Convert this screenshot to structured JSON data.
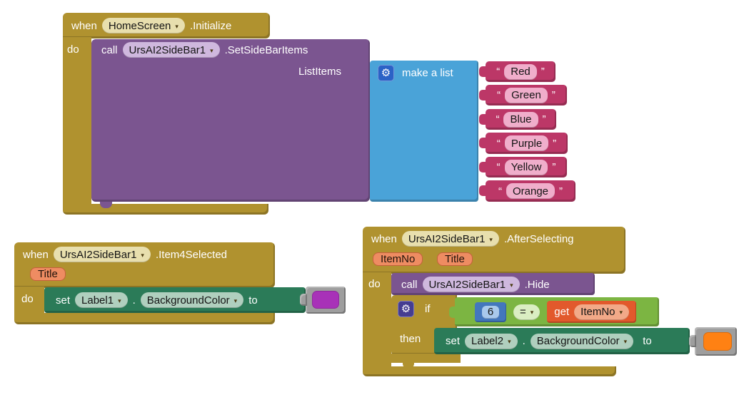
{
  "ui": {
    "arrow": "▾",
    "quote_open": "“",
    "quote_close": "”",
    "gear": "⚙"
  },
  "colors": {
    "gold": "#b0922f",
    "purple": "#7b5590",
    "list_blue": "#4aa3d8",
    "text_magenta": "#bc3767",
    "setter_green": "#2b7b58",
    "logic_green": "#7cb542",
    "math_blue": "#4377bd",
    "variable_orange": "#e2592c",
    "swatch_purple": "#a832b8",
    "swatch_orange": "#ff8113"
  },
  "init_block": {
    "when": "when",
    "component": "HomeScreen",
    "event": ".Initialize",
    "do_label": "do",
    "call_label": "call",
    "call_component": "UrsAI2SideBar1",
    "method": ".SetSideBarItems",
    "param": "ListItems",
    "make_list": "make a list",
    "items": [
      "Red",
      "Green",
      "Blue",
      "Purple",
      "Yellow",
      "Orange"
    ]
  },
  "item4_block": {
    "when": "when",
    "component": "UrsAI2SideBar1",
    "event": ".Item4Selected",
    "params": [
      "Title"
    ],
    "do_label": "do",
    "set_label": "set",
    "target": "Label1",
    "dot": ".",
    "property": "BackgroundColor",
    "to_label": "to",
    "color_value": "#a832b8"
  },
  "after_block": {
    "when": "when",
    "component": "UrsAI2SideBar1",
    "event": ".AfterSelecting",
    "params": [
      "ItemNo",
      "Title"
    ],
    "do_label": "do",
    "call_label": "call",
    "call_component": "UrsAI2SideBar1",
    "method": ".Hide",
    "if_label": "if",
    "then_label": "then",
    "number_value": "6",
    "operator": "=",
    "get_label": "get",
    "variable": "ItemNo",
    "set_label": "set",
    "target": "Label2",
    "dot": ".",
    "property": "BackgroundColor",
    "to_label": "to",
    "color_value": "#ff8113"
  }
}
